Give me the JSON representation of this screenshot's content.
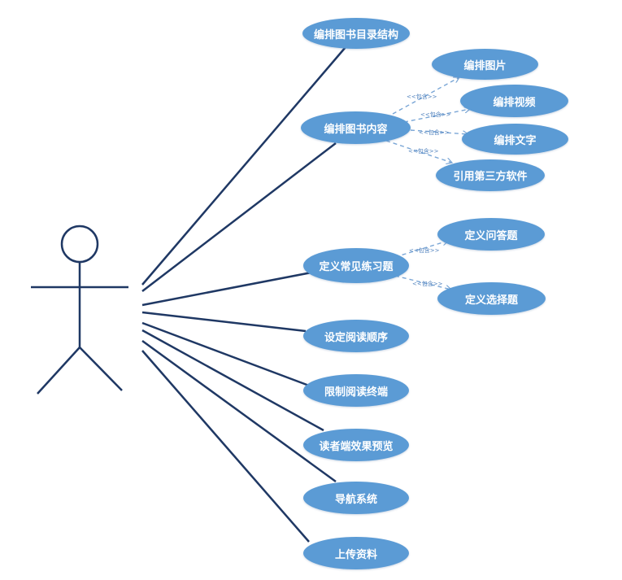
{
  "colors": {
    "use_case_fill": "#5b9bd5",
    "use_case_text": "#ffffff",
    "association_line": "#1f3864",
    "actor_line": "#1f3864",
    "include_arrow": "#7aa6d6"
  },
  "use_cases": {
    "toc": "编排图书目录结构",
    "content": "编排图书内容",
    "image": "编排图片",
    "video": "编排视频",
    "text": "编排文字",
    "third_party": "引用第三方软件",
    "exercises": "定义常见练习题",
    "qa": "定义问答题",
    "choice": "定义选择题",
    "reading_order": "设定阅读顺序",
    "restrict_terminal": "限制阅读终端",
    "preview": "读者端效果预览",
    "navigation": "导航系统",
    "upload": "上传资料"
  },
  "include_label": "<<包含>>"
}
